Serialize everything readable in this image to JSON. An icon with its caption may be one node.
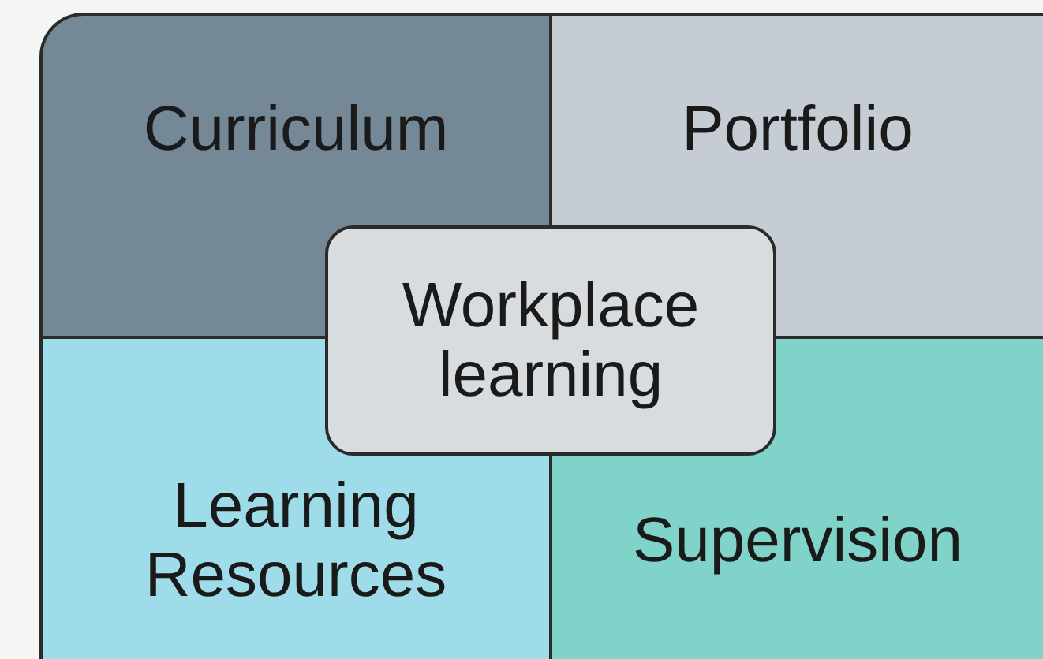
{
  "diagram": {
    "nodes": [
      {
        "text": [
          "Curriculum"
        ]
      },
      {
        "text": [
          "Portfolio"
        ]
      },
      {
        "text": [
          "Workplace learning"
        ]
      },
      {
        "text": [
          "Learning Resources"
        ]
      },
      {
        "text": [
          "Supervision"
        ]
      }
    ]
  }
}
